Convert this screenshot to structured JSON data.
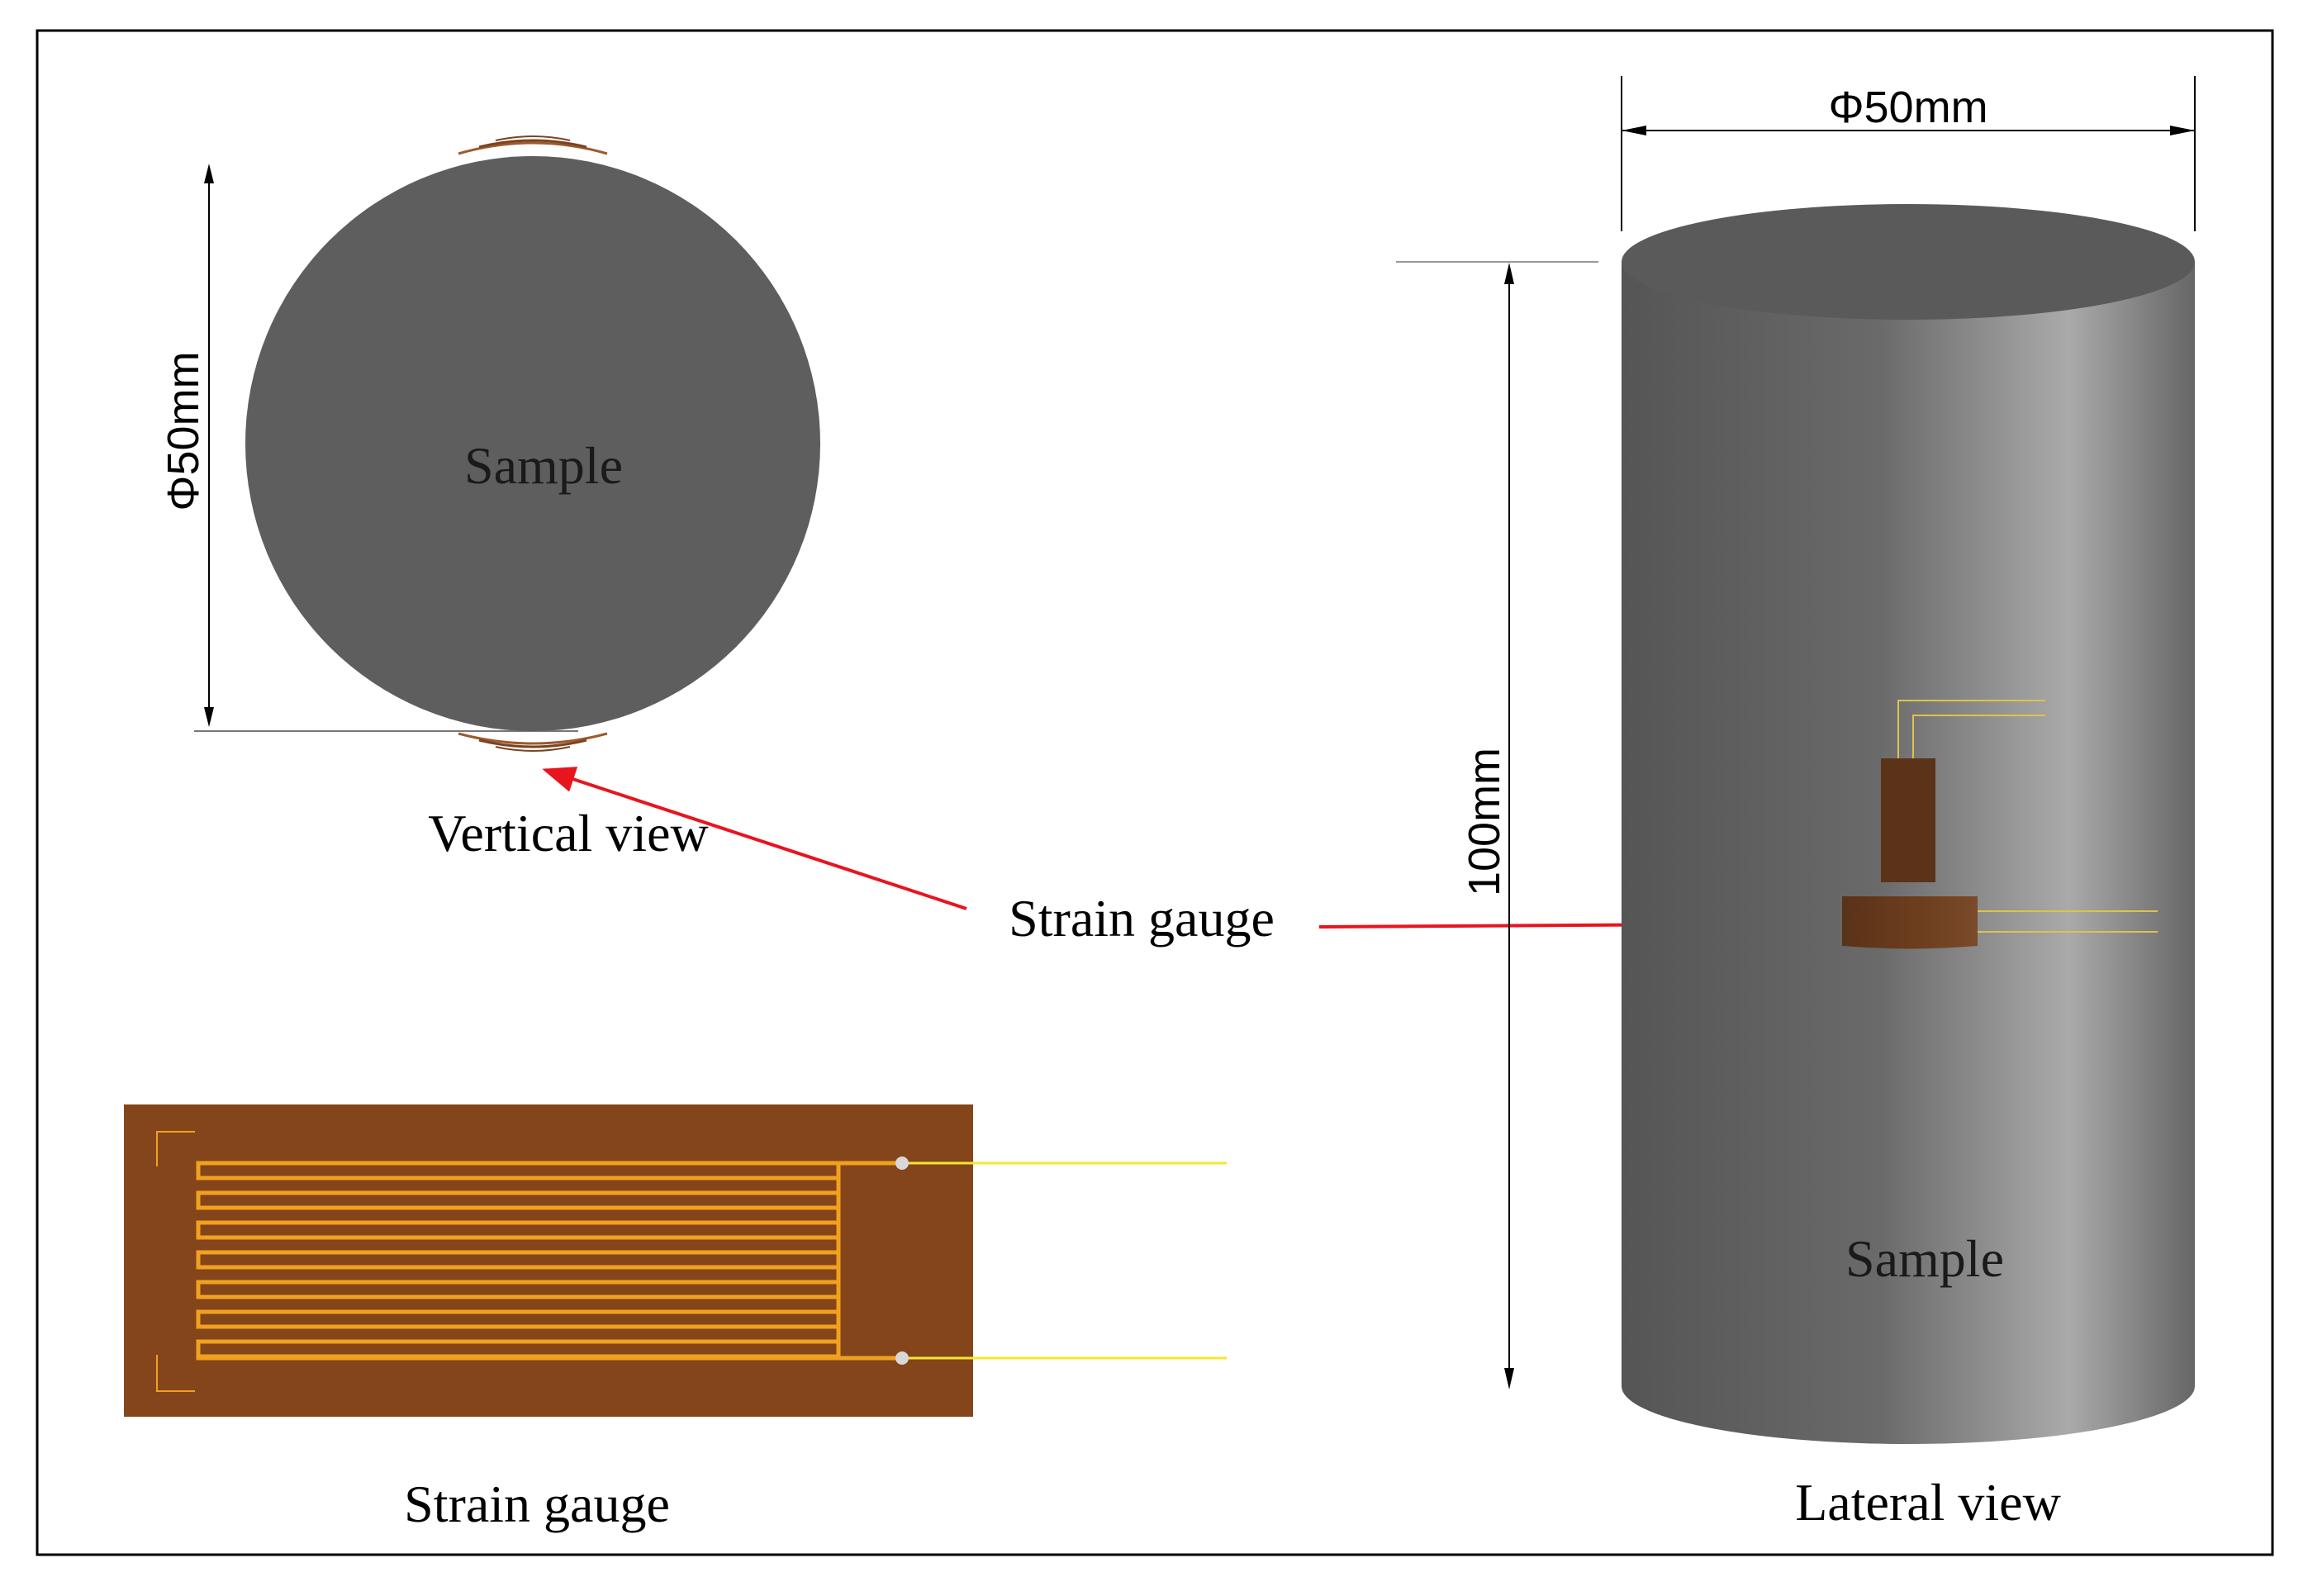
{
  "top_view": {
    "sample_label": "Sample",
    "caption": "Vertical view",
    "diameter_label": "Φ50mm"
  },
  "side_view": {
    "sample_label": "Sample",
    "caption": "Lateral view",
    "diameter_label": "Φ50mm",
    "height_label": "100mm"
  },
  "callout": {
    "label": "Strain gauge"
  },
  "detail": {
    "caption": "Strain gauge"
  },
  "colors": {
    "sample_gray": "#5e5e5e",
    "gauge_brown": "#84451b",
    "grid_orange": "#f0a11f",
    "lead_yellow": "#f5e631",
    "arrow_red": "#e8141e"
  }
}
